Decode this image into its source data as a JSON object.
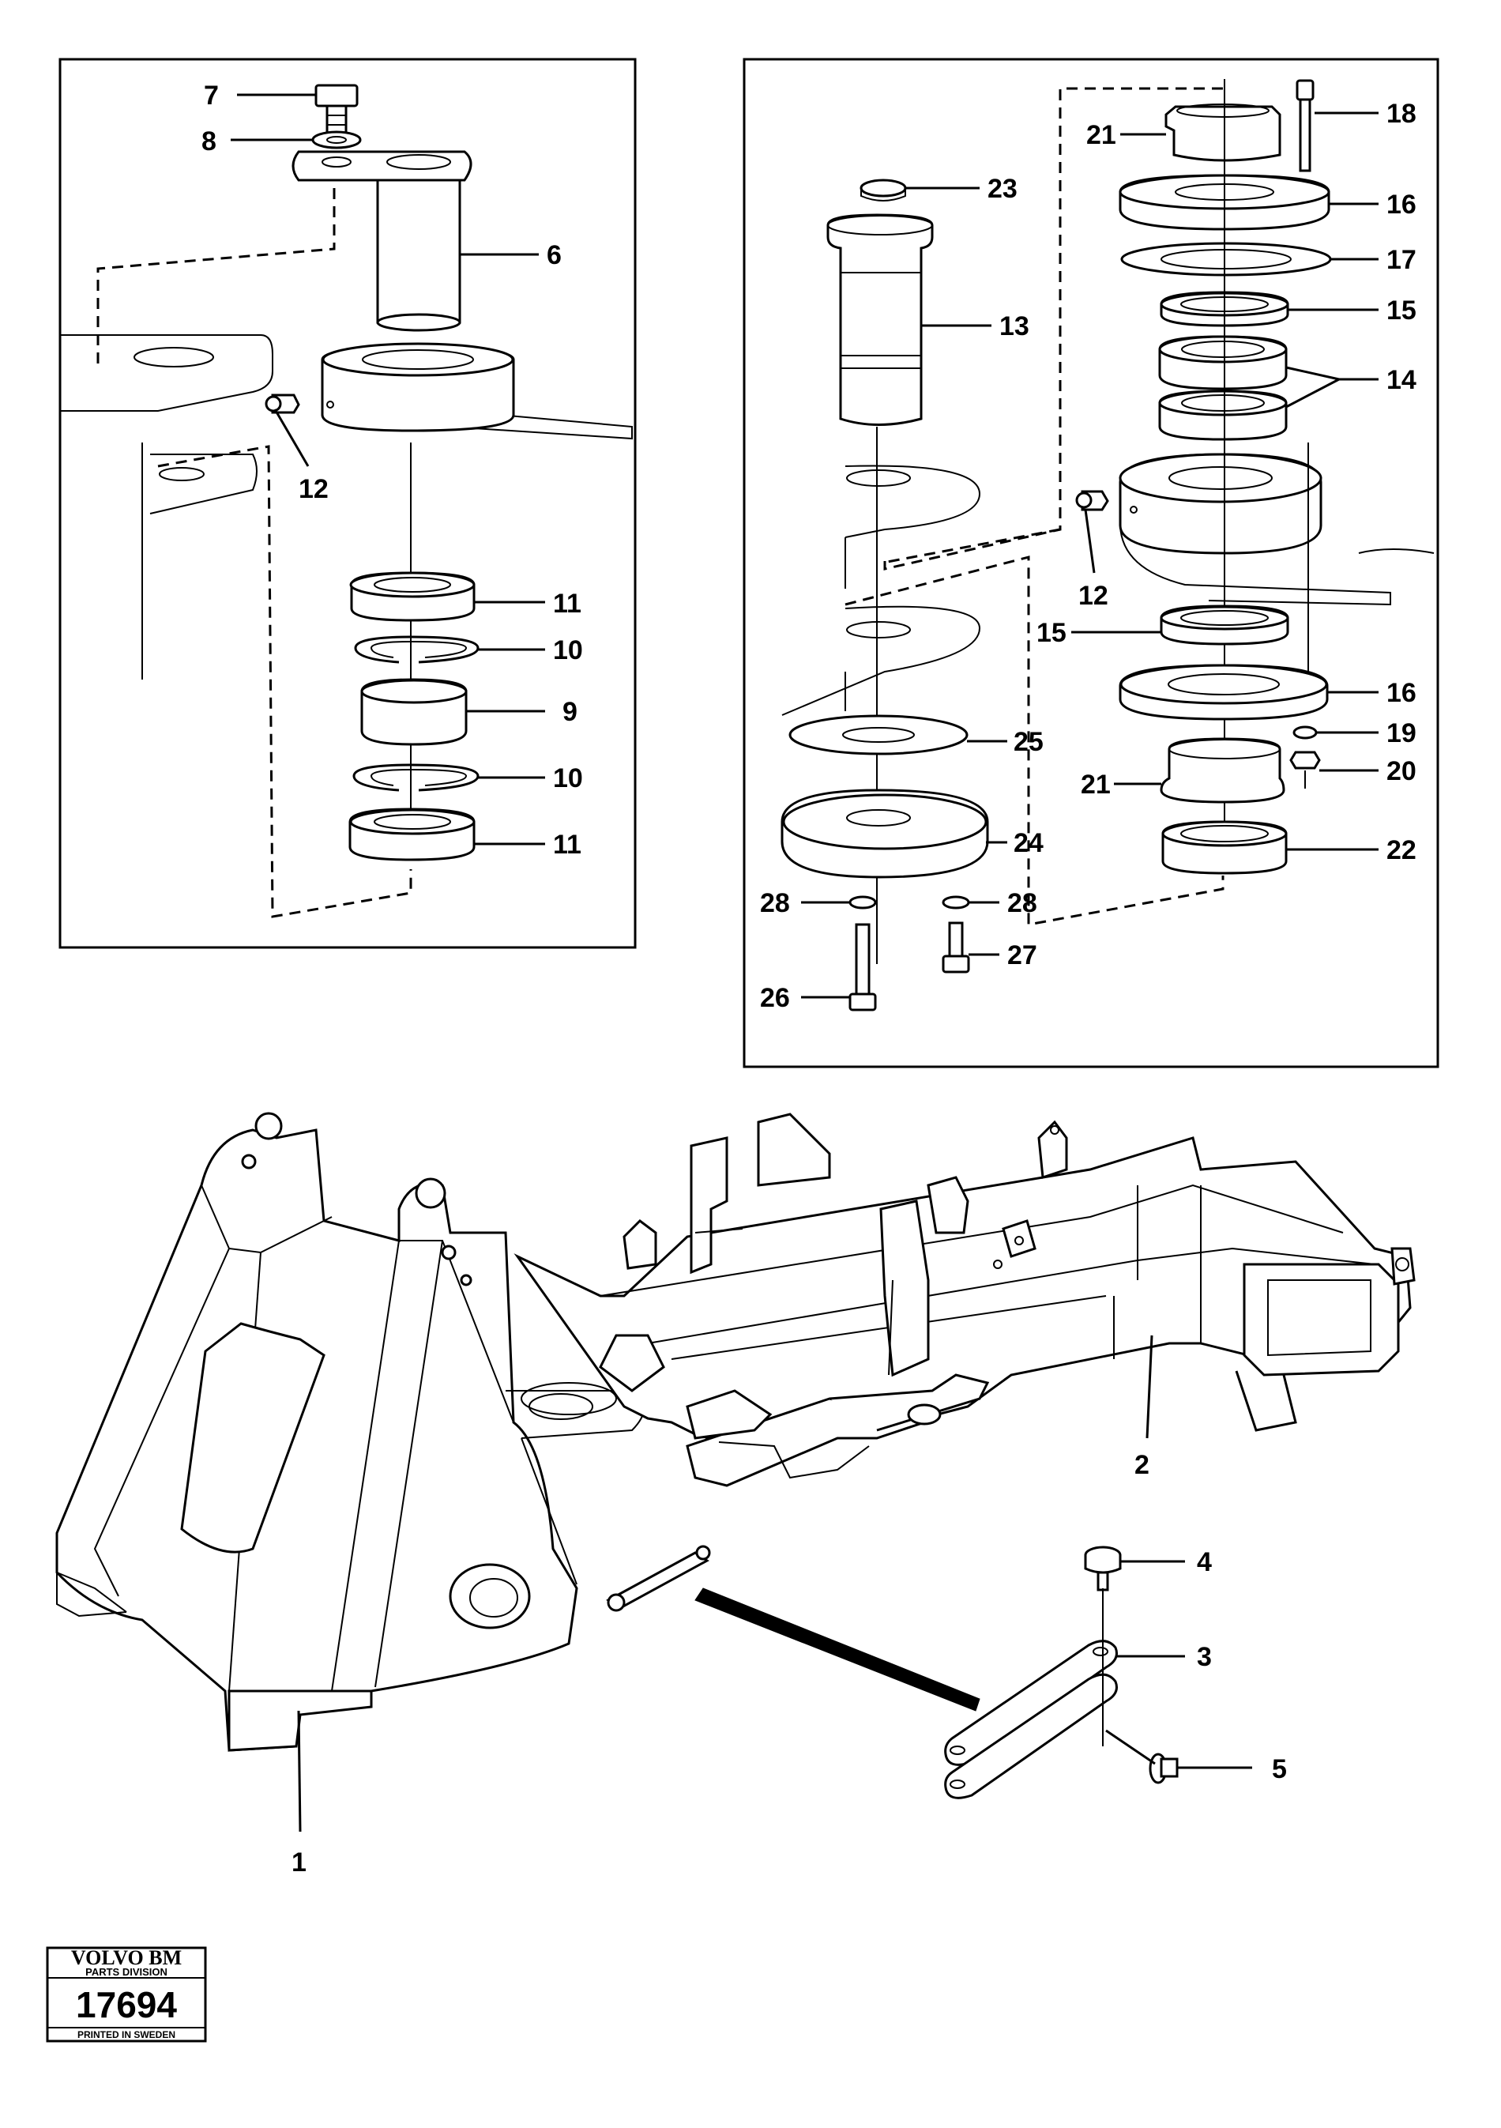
{
  "labels": {
    "l1": "1",
    "l2": "2",
    "l3": "3",
    "l4": "4",
    "l5": "5",
    "l6": "6",
    "l7": "7",
    "l8": "8",
    "l9": "9",
    "l10a": "10",
    "l10b": "10",
    "l11a": "11",
    "l11b": "11",
    "l12a": "12",
    "l12b": "12",
    "l13": "13",
    "l14": "14",
    "l15a": "15",
    "l15b": "15",
    "l16a": "16",
    "l16b": "16",
    "l17": "17",
    "l18": "18",
    "l19": "19",
    "l20": "20",
    "l21a": "21",
    "l21b": "21",
    "l22": "22",
    "l23": "23",
    "l24": "24",
    "l25": "25",
    "l26": "26",
    "l27": "27",
    "l28a": "28",
    "l28b": "28"
  },
  "badge": {
    "brand": "VOLVO BM",
    "division": "PARTS DIVISION",
    "number": "17694",
    "footer": "PRINTED IN SWEDEN"
  }
}
